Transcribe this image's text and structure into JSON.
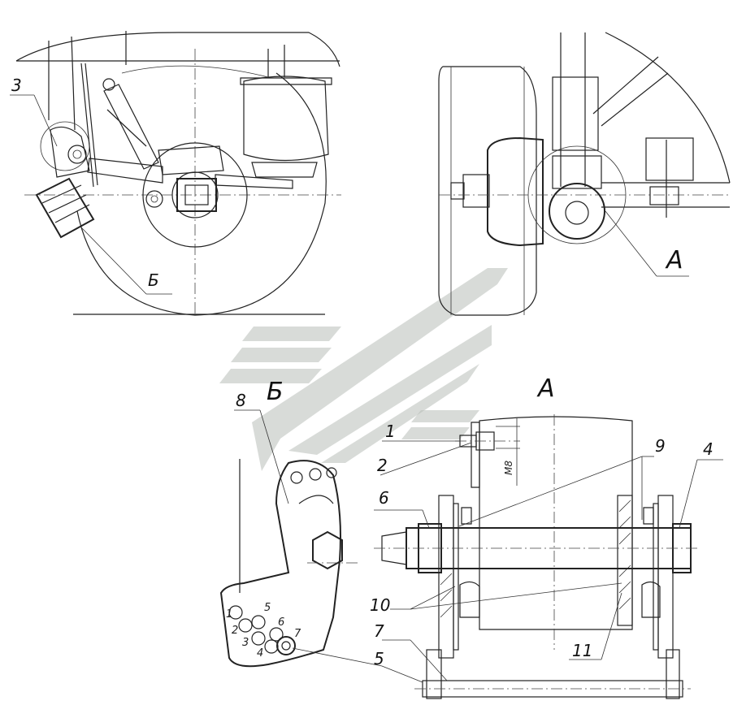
{
  "callouts": {
    "c1": "1",
    "c2": "2",
    "c3": "3",
    "c4": "4",
    "c5": "5",
    "c6": "6",
    "c7": "7",
    "c8": "8",
    "c9": "9",
    "c10": "10",
    "c11": "11"
  },
  "view_labels": {
    "view_a": "А",
    "view_a_marker": "А",
    "view_b": "Б",
    "view_b_marker": "Б"
  },
  "dimension": {
    "thread": "M8"
  },
  "tightening_order": [
    "1",
    "2",
    "3",
    "4",
    "5",
    "6",
    "7"
  ],
  "colors": {
    "line": "#222222",
    "watermark": "#b8bdb8",
    "background": "#ffffff"
  }
}
